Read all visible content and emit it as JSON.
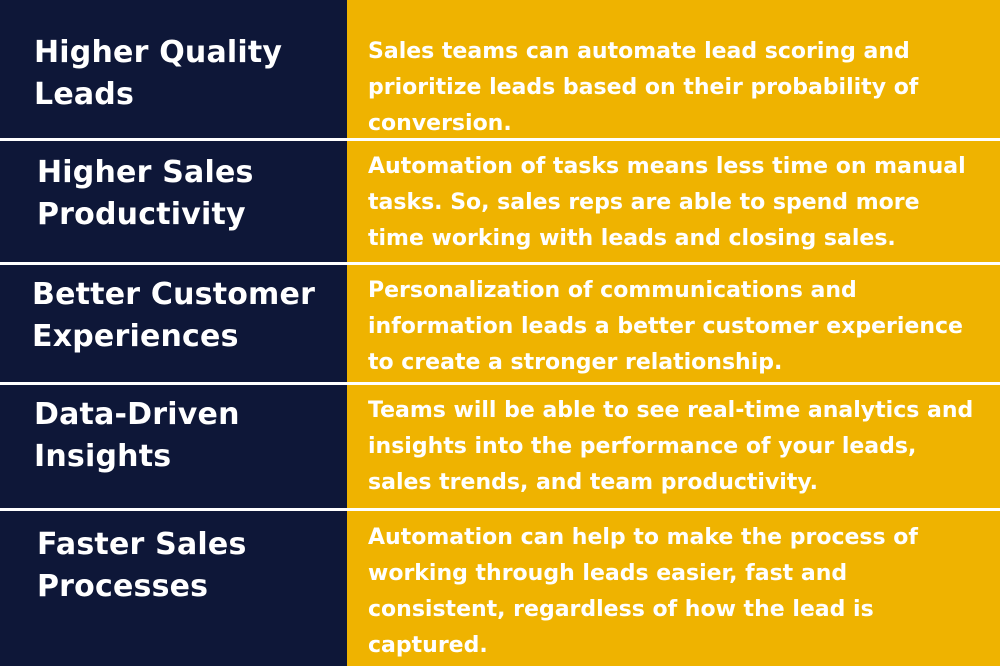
{
  "rows": [
    {
      "title": "Higher Quality Leads",
      "description": "Sales teams can automate lead scoring and prioritize leads based on their probability of conversion."
    },
    {
      "title": "Higher Sales Productivity",
      "description": "Automation of tasks means less time on manual tasks. So, sales reps are able to spend more time working with leads and closing sales."
    },
    {
      "title": "Better Customer Experiences",
      "description": "Personalization of communications and information leads a better customer experience to create a stronger relationship."
    },
    {
      "title": "Data-Driven Insights",
      "description": "Teams will be able to see real-time analytics and insights into the performance of your leads, sales trends, and team productivity."
    },
    {
      "title": "Faster Sales Processes",
      "description": "Automation can help to make the process of working through leads easier, fast and consistent, regardless of how the lead is captured."
    }
  ],
  "colors": {
    "left_bg": "#0e1738",
    "right_bg": "#efb300",
    "divider": "#ffffff"
  }
}
